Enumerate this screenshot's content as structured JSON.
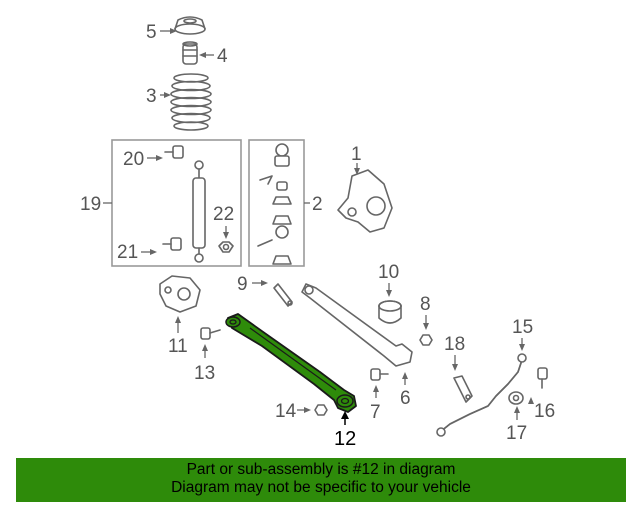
{
  "callouts": {
    "c1": "1",
    "c2": "2",
    "c3": "3",
    "c4": "4",
    "c5": "5",
    "c6": "6",
    "c7": "7",
    "c8": "8",
    "c9": "9",
    "c10": "10",
    "c11": "11",
    "c12": "12",
    "c13": "13",
    "c14": "14",
    "c15": "15",
    "c16": "16",
    "c17": "17",
    "c18": "18",
    "c19": "19",
    "c20": "20",
    "c21": "21",
    "c22": "22"
  },
  "highlight": {
    "part": "12",
    "color": "#2e8b0a"
  },
  "banner": {
    "line1": "Part or sub-assembly is #12 in diagram",
    "line2": "Diagram may not be specific to your vehicle",
    "background": "#2e8b0a"
  }
}
